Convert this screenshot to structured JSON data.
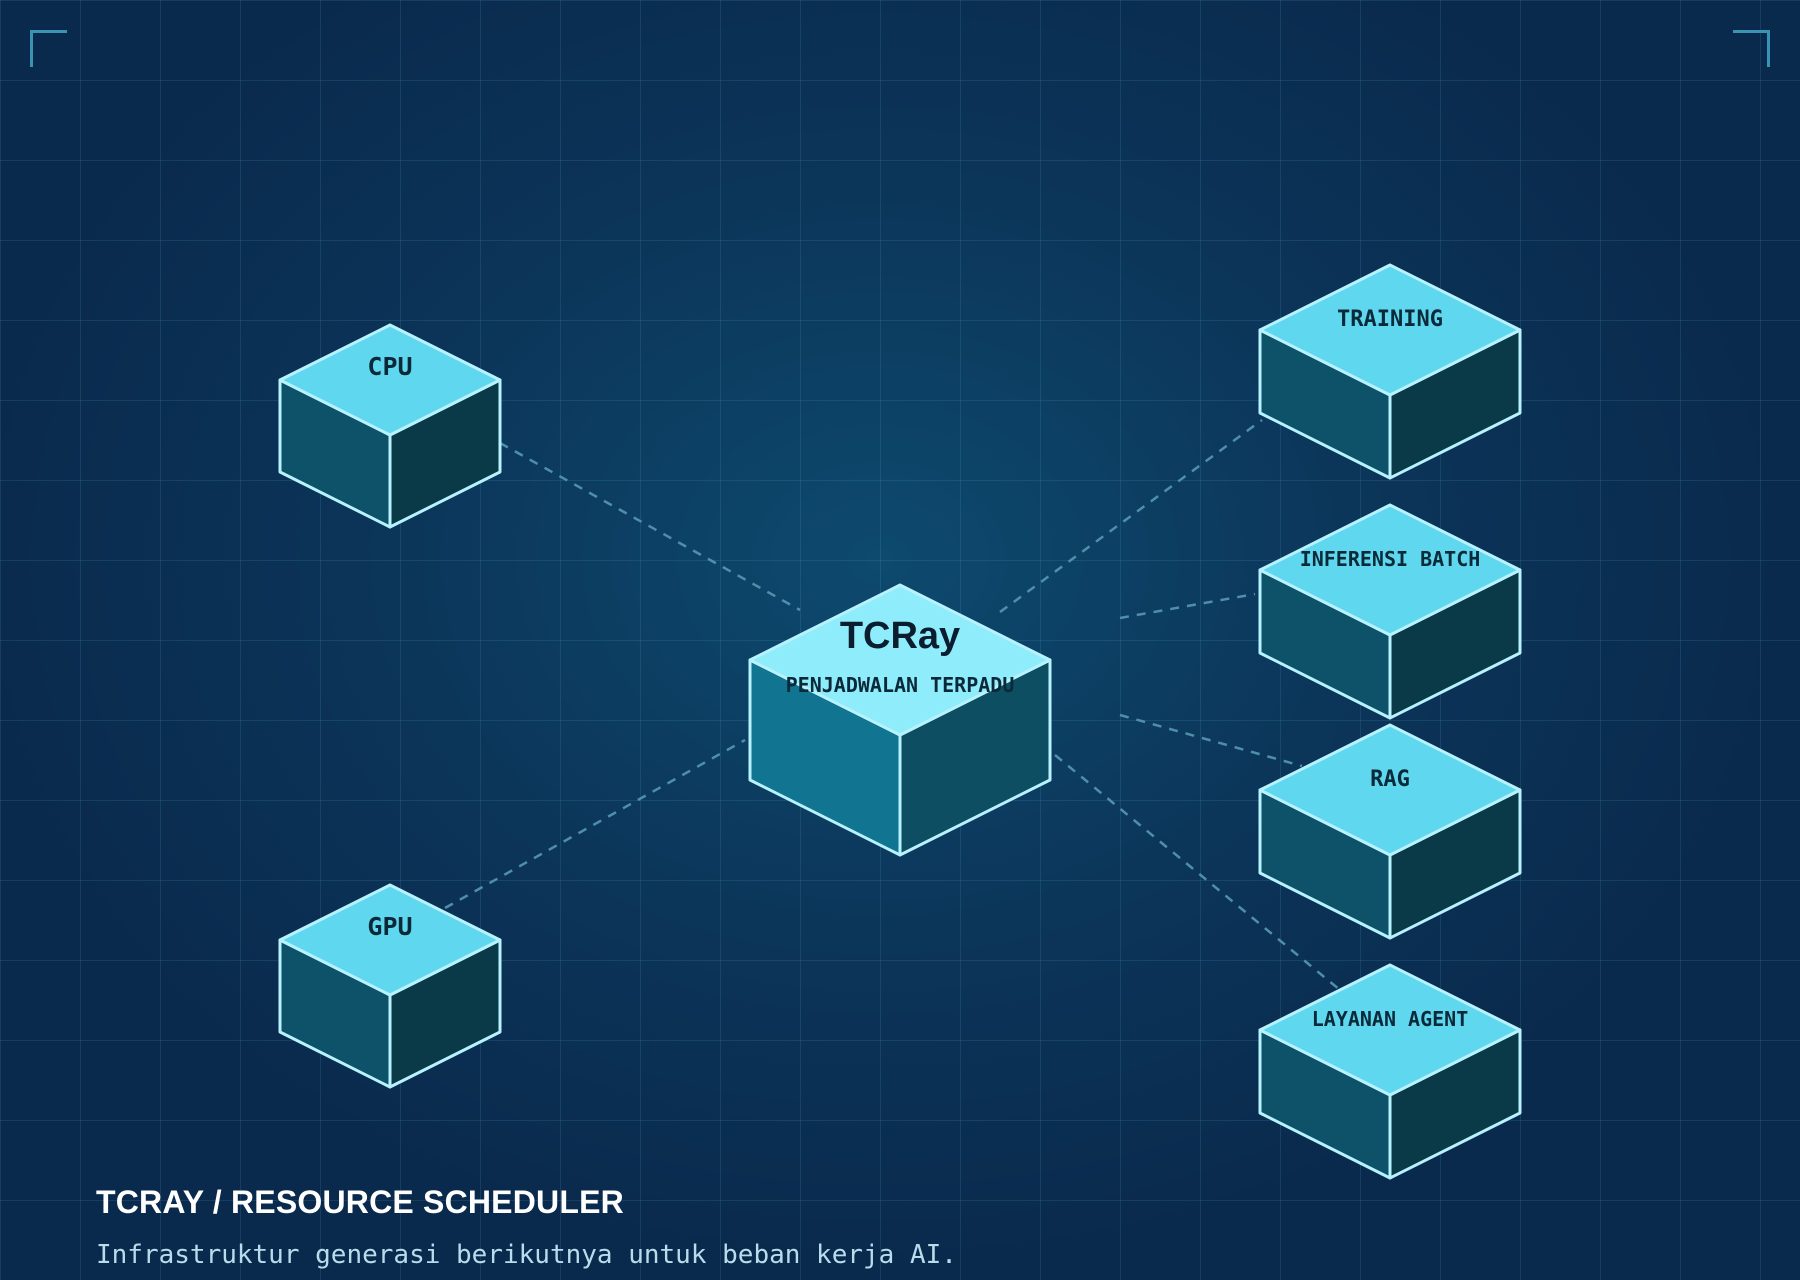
{
  "hub": {
    "title": "TCRay",
    "subtitle": "PENJADWALAN TERPADU"
  },
  "resources": [
    {
      "label": "CPU"
    },
    {
      "label": "GPU"
    }
  ],
  "workloads": [
    {
      "label": "TRAINING"
    },
    {
      "label": "INFERENSI BATCH"
    },
    {
      "label": "RAG"
    },
    {
      "label": "LAYANAN AGENT"
    }
  ],
  "footer": {
    "title": "TCRAY / RESOURCE SCHEDULER",
    "subtitle": "Infrastruktur generasi berikutnya untuk beban kerja AI."
  },
  "colors": {
    "top_face": "#5fd8ef",
    "hub_top_face": "#8fecfb",
    "left_face": "#0d5269",
    "hub_left_face": "#117592",
    "right_face": "#0a3a48",
    "hub_right_face": "#0e4e62",
    "edge": "#b8f2ff",
    "connector": "#4f8fa8"
  }
}
